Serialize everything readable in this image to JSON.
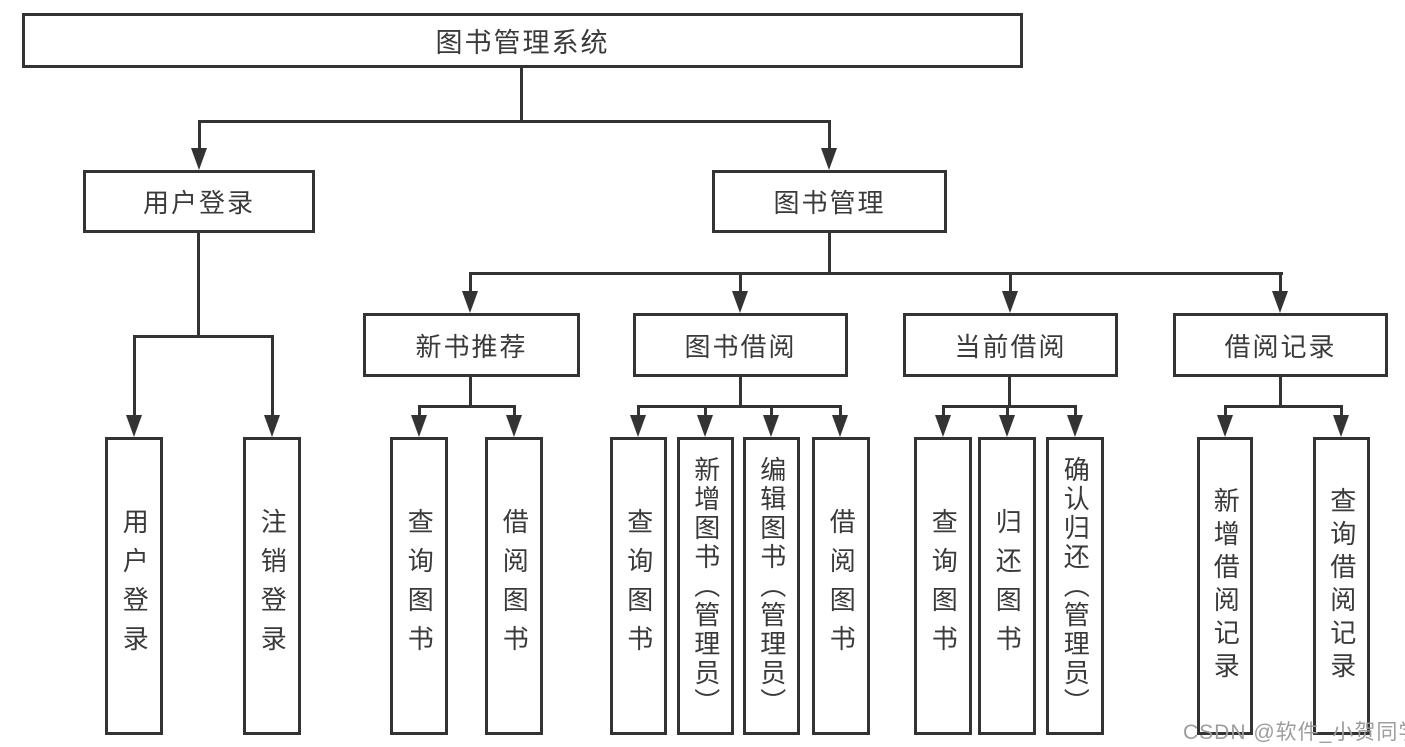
{
  "tree": {
    "label": "图书管理系统",
    "children": [
      {
        "label": "用户登录",
        "children": [
          {
            "label": "用户登录"
          },
          {
            "label": "注销登录"
          }
        ]
      },
      {
        "label": "图书管理",
        "children": [
          {
            "label": "新书推荐",
            "children": [
              {
                "label": "查询图书"
              },
              {
                "label": "借阅图书"
              }
            ]
          },
          {
            "label": "图书借阅",
            "children": [
              {
                "label": "查询图书"
              },
              {
                "label": "新增图书（管理员）"
              },
              {
                "label": "编辑图书（管理员）"
              },
              {
                "label": "借阅图书"
              }
            ]
          },
          {
            "label": "当前借阅",
            "children": [
              {
                "label": "查询图书"
              },
              {
                "label": "归还图书"
              },
              {
                "label": "确认归还（管理员）"
              }
            ]
          },
          {
            "label": "借阅记录",
            "children": [
              {
                "label": "新增借阅记录"
              },
              {
                "label": "查询借阅记录"
              }
            ]
          }
        ]
      }
    ]
  },
  "watermark": "CSDN @软件_小贺同学",
  "colors": {
    "line": "#333333",
    "text": "#3a3a3a",
    "background": "#ffffff",
    "watermark": "#9d9d9d"
  }
}
